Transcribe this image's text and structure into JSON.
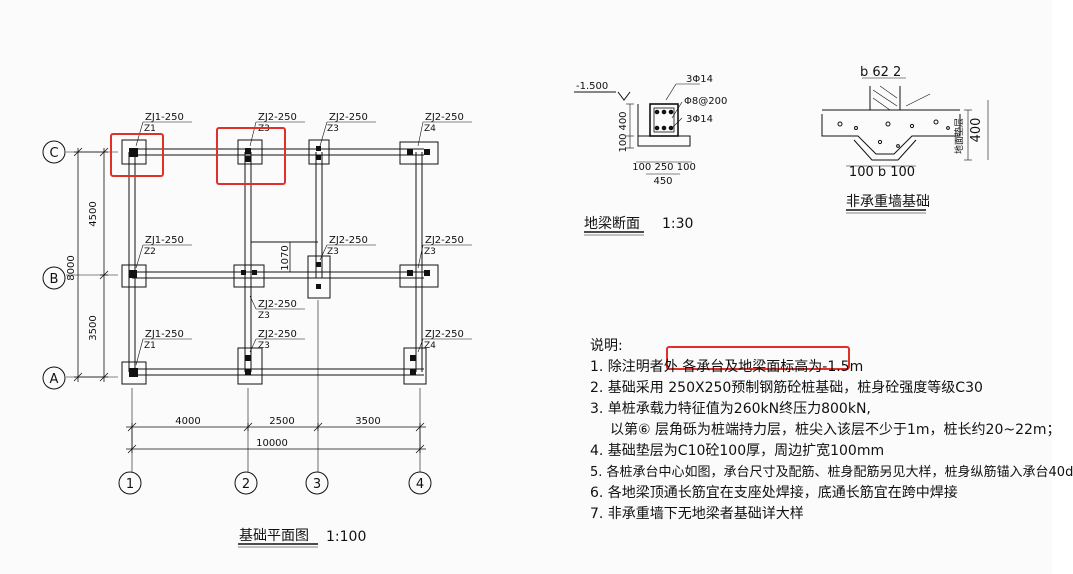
{
  "plan": {
    "axes_h": [
      "C",
      "B",
      "A"
    ],
    "axes_v": [
      "1",
      "2",
      "3",
      "4"
    ],
    "dims_left": [
      "4500",
      "3500",
      "8000"
    ],
    "dims_bottom": [
      "4000",
      "2500",
      "3500",
      "10000"
    ],
    "dim_inner": "1070",
    "caps_top": [
      "ZJ1-250",
      "ZJ2-250",
      "ZJ2-250",
      "ZJ2-250"
    ],
    "piles_top": [
      "Z1",
      "Z3",
      "Z3",
      "Z4"
    ],
    "caps_mid": [
      "ZJ1-250",
      "ZJ2-250",
      "ZJ2-250"
    ],
    "piles_mid": [
      "Z2",
      "Z3",
      "Z3"
    ],
    "cap_mid2": "ZJ2-250",
    "pile_mid2": "Z3",
    "caps_bot": [
      "ZJ1-250",
      "ZJ2-250",
      "ZJ2-250"
    ],
    "piles_bot": [
      "Z1",
      "Z3",
      "Z4"
    ],
    "title": "基础平面图",
    "scale": "1:100"
  },
  "beam_section": {
    "elev": "-1.500",
    "bar_top": "3Φ14",
    "stirrup": "Φ8@200",
    "bar_bot": "3Φ14",
    "h1": "400",
    "h2": "100",
    "w_parts": "100 250 100",
    "w_total": "450",
    "title": "地梁断面",
    "scale": "1:30"
  },
  "wall_foundation": {
    "top": "b 62 2",
    "h": "400",
    "bot": "100 b 100",
    "side": "地面垫层",
    "title": "非承重墙基础"
  },
  "notes": {
    "head": "说明:",
    "n1_a": "1. 除注明者外",
    "n1_b": "各承台及地梁面标高为-1.5m",
    "n2": "2. 基础采用 250X250预制钢筋砼桩基础，桩身砼强度等级C30",
    "n3": "3. 单桩承载力特征值为260kN终压力800kN,",
    "n3b": "以第⑥ 层角砾为桩端持力层，桩尖入该层不少于1m，桩长约20~22m；",
    "n4": "4. 基础垫层为C10砼100厚，周边扩宽100mm",
    "n5": "5. 各桩承台中心如图，承台尺寸及配筋、桩身配筋另见大样，桩身纵筋锚入承台40d",
    "n6": "6. 各地梁顶通长筋宜在支座处焊接，底通长筋宜在跨中焊接",
    "n7": "7. 非承重墙下无地梁者基础详大样"
  }
}
